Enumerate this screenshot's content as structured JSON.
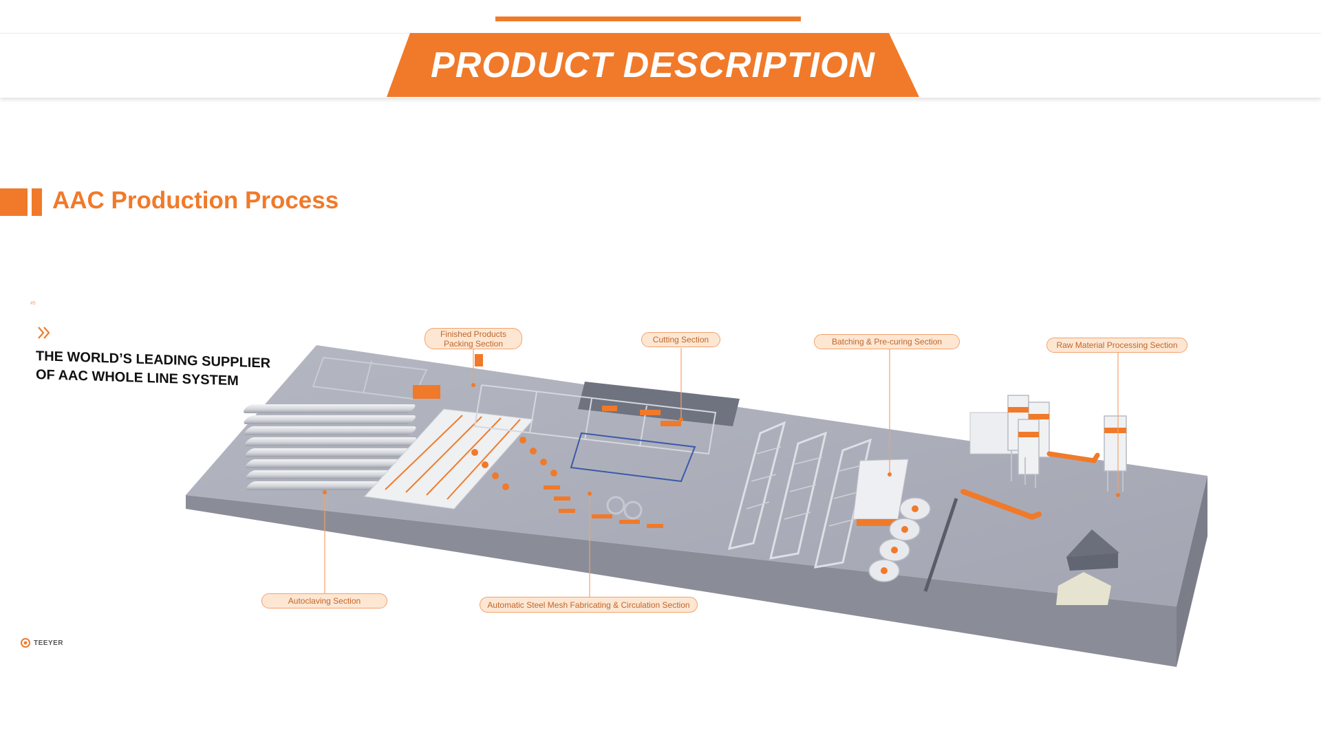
{
  "header": {
    "title": "PRODUCT DESCRIPTION"
  },
  "section": {
    "title": "AAC Production Process"
  },
  "tagline": {
    "line1": "THE WORLD’S LEADING SUPPLIER",
    "line2": "OF AAC WHOLE LINE SYSTEM"
  },
  "tiny_mark": "#5",
  "diagram": {
    "labels": {
      "finished_products_line1": "Finished Products",
      "finished_products_line2": "Packing Section",
      "cutting": "Cutting Section",
      "batching": "Batching & Pre-curing Section",
      "raw_material": "Raw Material Processing Section",
      "autoclaving": "Autoclaving Section",
      "steel_mesh": "Automatic Steel Mesh Fabricating & Circulation Section"
    }
  },
  "brand": {
    "name": "TEEYER"
  },
  "colors": {
    "accent": "#f07a2a",
    "floor": "#a9acb8",
    "callout_fill": "#fde7d3",
    "callout_border": "#f3a06a"
  }
}
